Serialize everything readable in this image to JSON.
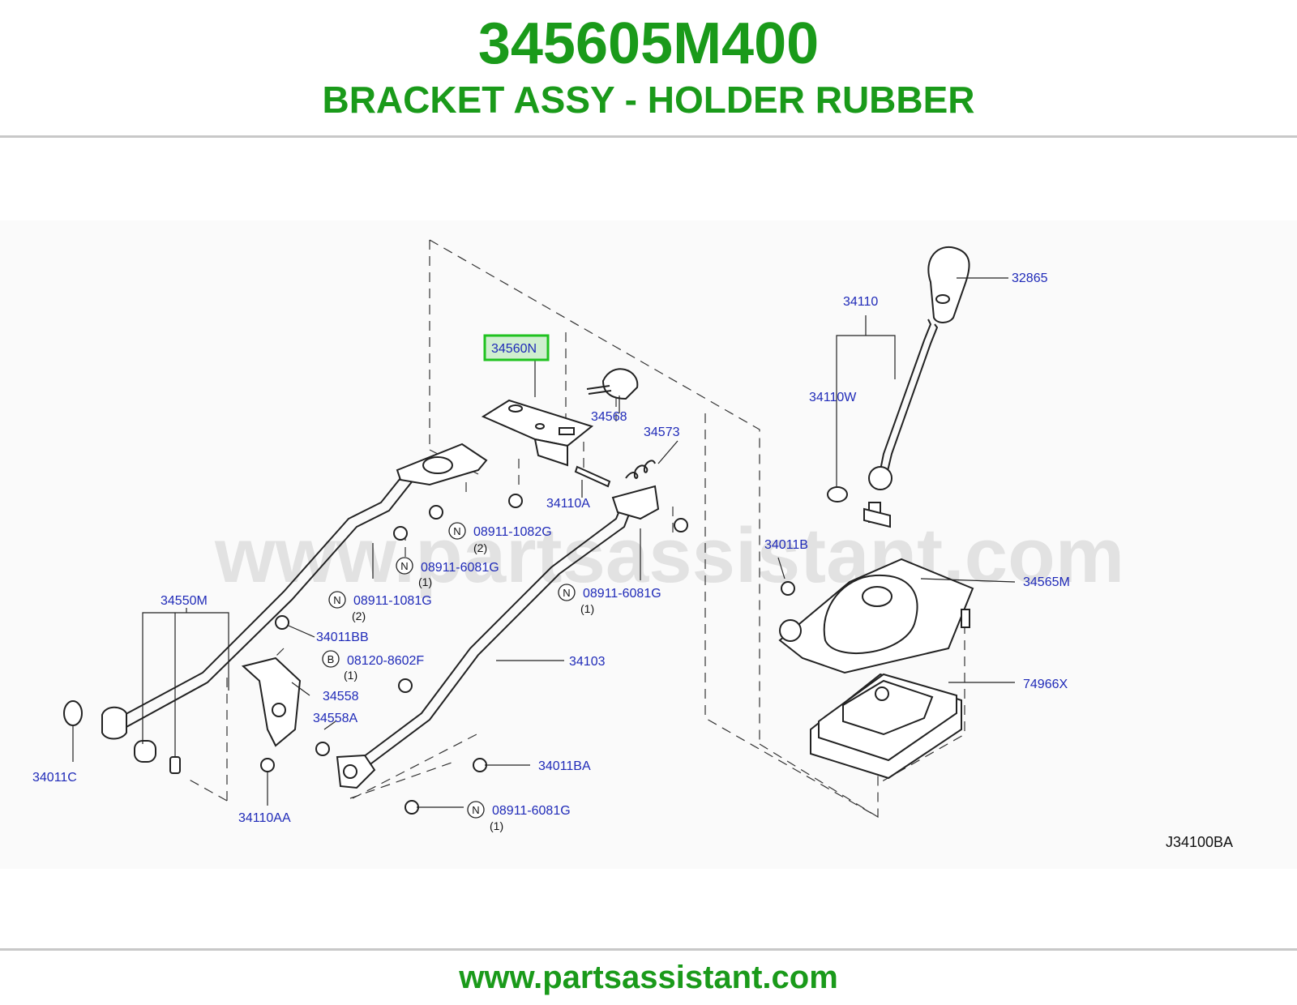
{
  "header": {
    "part_number": "345605M400",
    "part_name": "BRACKET ASSY - HOLDER RUBBER"
  },
  "diagram": {
    "watermark": "www.partsassistant.com",
    "drawing_code": "J34100BA",
    "highlighted_callout": "34560N",
    "highlight_color": "#1fc21f",
    "callouts": [
      {
        "id": "c-34560N",
        "label": "34560N"
      },
      {
        "id": "c-34568",
        "label": "34568"
      },
      {
        "id": "c-34573",
        "label": "34573"
      },
      {
        "id": "c-34110A",
        "label": "34110A"
      },
      {
        "id": "c-08911-1082G",
        "label": "08911-1082G",
        "prefix": "N",
        "qty": "(2)"
      },
      {
        "id": "c-08911-6081G-a",
        "label": "08911-6081G",
        "prefix": "N",
        "qty": "(1)"
      },
      {
        "id": "c-08911-1081G",
        "label": "08911-1081G",
        "prefix": "N",
        "qty": "(2)"
      },
      {
        "id": "c-08911-6081G-b",
        "label": "08911-6081G",
        "prefix": "N",
        "qty": "(1)"
      },
      {
        "id": "c-34550M",
        "label": "34550M"
      },
      {
        "id": "c-34011BB",
        "label": "34011BB"
      },
      {
        "id": "c-08120-8602F",
        "label": "08120-8602F",
        "prefix": "B",
        "qty": "(1)"
      },
      {
        "id": "c-34103",
        "label": "34103"
      },
      {
        "id": "c-34558",
        "label": "34558"
      },
      {
        "id": "c-34558A",
        "label": "34558A"
      },
      {
        "id": "c-34011C",
        "label": "34011C"
      },
      {
        "id": "c-34011BA",
        "label": "34011BA"
      },
      {
        "id": "c-34110AA",
        "label": "34110AA"
      },
      {
        "id": "c-08911-6081G-c",
        "label": "08911-6081G",
        "prefix": "N",
        "qty": "(1)"
      },
      {
        "id": "c-32865",
        "label": "32865"
      },
      {
        "id": "c-34110",
        "label": "34110"
      },
      {
        "id": "c-34110W",
        "label": "34110W"
      },
      {
        "id": "c-34011B",
        "label": "34011B"
      },
      {
        "id": "c-34565M",
        "label": "34565M"
      },
      {
        "id": "c-74966X",
        "label": "74966X"
      }
    ]
  },
  "footer": {
    "website": "www.partsassistant.com"
  }
}
